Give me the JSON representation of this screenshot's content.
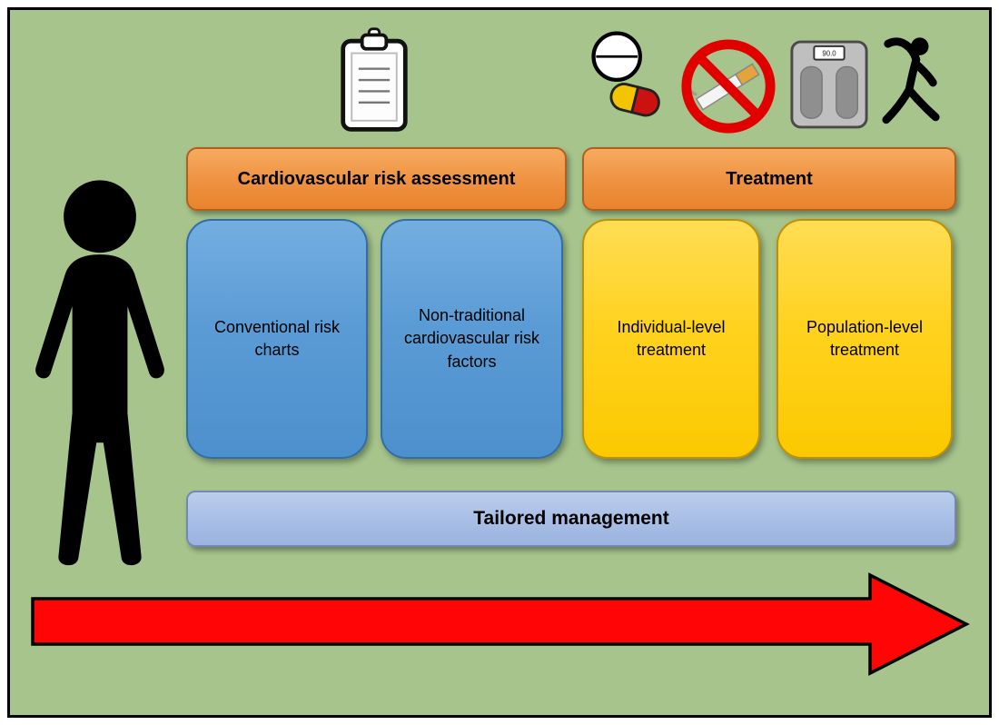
{
  "figure": {
    "background_color": "#a6c48c",
    "border_color": "#000000"
  },
  "icons": {
    "clipboard": "clipboard-icon",
    "medication": "medication-pills-icon",
    "no_smoking": "no-smoking-icon",
    "weight_scale": "weight-scale-icon",
    "weight_scale_display": "90.0",
    "exercise": "exercise-person-icon",
    "patient": "person-silhouette"
  },
  "headers": {
    "assessment": {
      "label": "Cardiovascular risk assessment",
      "fill": "#ee8f3c",
      "border": "#b35f1b"
    },
    "treatment": {
      "label": "Treatment",
      "fill": "#ee8f3c",
      "border": "#b35f1b"
    }
  },
  "boxes": [
    {
      "label": "Conventional risk charts",
      "fill": "#5b9bd5",
      "border": "#2f6ea8"
    },
    {
      "label": "Non-traditional cardiovascular risk factors",
      "fill": "#5b9bd5",
      "border": "#2f6ea8"
    },
    {
      "label": "Individual-level treatment",
      "fill": "#ffd21f",
      "border": "#bf9000"
    },
    {
      "label": "Population-level treatment",
      "fill": "#ffd21f",
      "border": "#bf9000"
    }
  ],
  "footer_bar": {
    "label": "Tailored management",
    "fill": "#a9bfe6",
    "border": "#7288b8"
  },
  "timeline_arrow": {
    "fill": "#ff0000",
    "border": "#000000"
  }
}
